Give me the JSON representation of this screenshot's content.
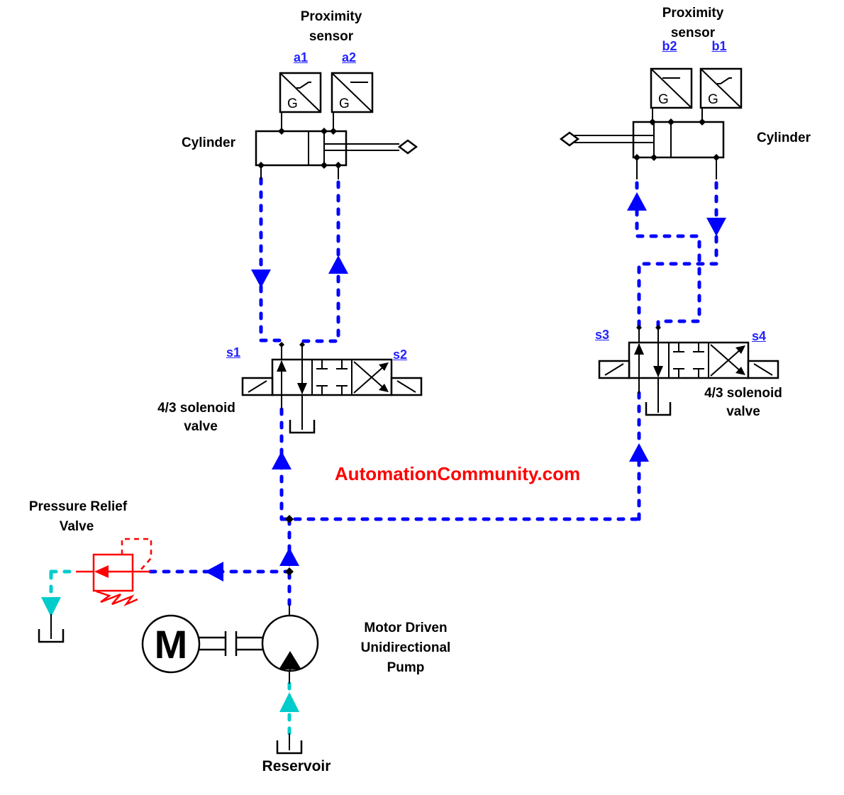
{
  "watermark": "AutomationCommunity.com",
  "sensor_glyph": "G",
  "left": {
    "sensor_title_1": "Proximity",
    "sensor_title_2": "sensor",
    "sensor_a1": "a1",
    "sensor_a2": "a2",
    "cylinder": "Cylinder",
    "sol_s1": "s1",
    "sol_s2": "s2",
    "valve_title_1": "4/3 solenoid",
    "valve_title_2": "valve"
  },
  "right": {
    "sensor_title_1": "Proximity",
    "sensor_title_2": "sensor",
    "sensor_b2": "b2",
    "sensor_b1": "b1",
    "cylinder": "Cylinder",
    "sol_s3": "s3",
    "sol_s4": "s4",
    "valve_title_1": "4/3 solenoid",
    "valve_title_2": "valve"
  },
  "prv": {
    "title_1": "Pressure Relief",
    "title_2": "Valve"
  },
  "pump": {
    "title_1": "Motor Driven",
    "title_2": "Unidirectional",
    "title_3": "Pump",
    "motor_letter": "M"
  },
  "reservoir": {
    "title": "Reservoir"
  },
  "colors": {
    "flow_line": "#0000ff",
    "suction_line": "#00cccc",
    "relief": "#ff0000",
    "label_blue": "#2222ff",
    "watermark_red": "#ff0000"
  }
}
